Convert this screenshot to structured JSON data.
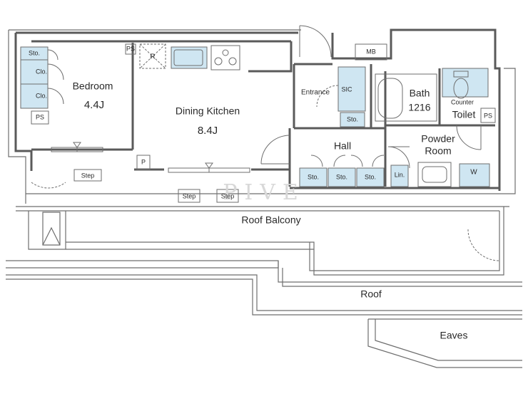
{
  "colors": {
    "wall": "#5a5a5a",
    "storage_fill": "#cfe6f2",
    "background": "#ffffff",
    "line": "#6e6e6e"
  },
  "watermark": "PIVE",
  "rooms": {
    "bedroom": {
      "name": "Bedroom",
      "size": "4.4J"
    },
    "dining_kitchen": {
      "name": "Dining Kitchen",
      "size": "8.4J"
    },
    "entrance": {
      "name": "Entrance"
    },
    "hall": {
      "name": "Hall"
    },
    "bath": {
      "name": "Bath",
      "size": "1216"
    },
    "powder_room": {
      "name": "Powder\nRoom",
      "line1": "Powder",
      "line2": "Room"
    },
    "toilet": {
      "name": "Toilet"
    },
    "roof_balcony": {
      "name": "Roof Balcony"
    },
    "roof": {
      "name": "Roof"
    },
    "eaves": {
      "name": "Eaves"
    }
  },
  "fixtures": {
    "sto_label": "Sto.",
    "clo_label": "Clo.",
    "sic_label": "SIC",
    "lin_label": "Lin.",
    "w_label": "W",
    "ps_label": "PS",
    "p_label": "P",
    "r_label": "R",
    "mb_label": "MB",
    "counter_label": "Counter",
    "step_label": "Step"
  }
}
